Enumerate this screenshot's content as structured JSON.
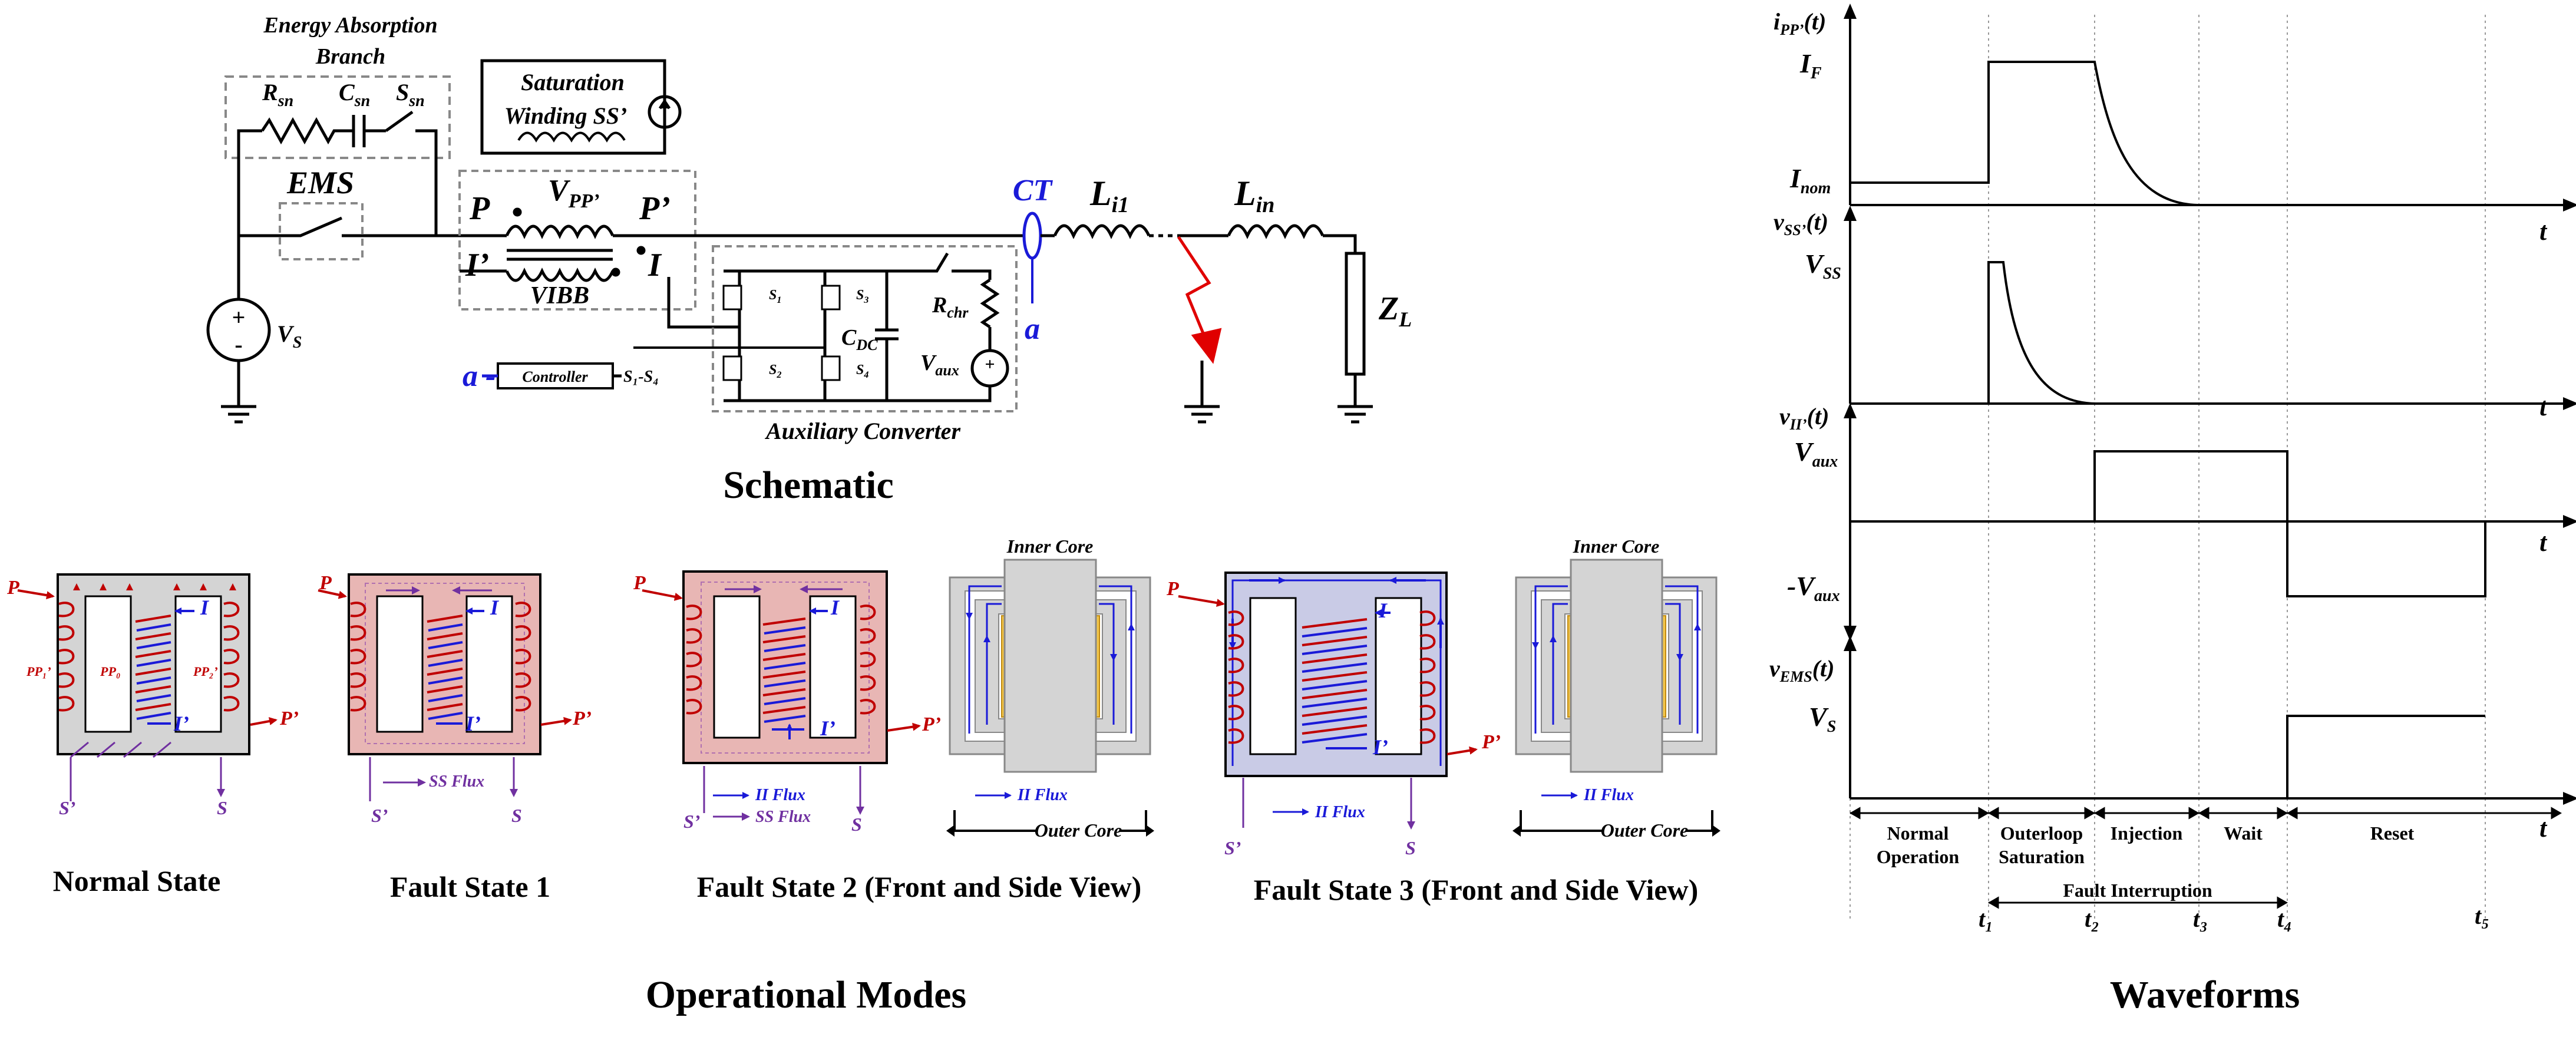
{
  "schematic": {
    "caption": "Schematic",
    "energy_branch_title": [
      "Energy Absorption",
      "Branch"
    ],
    "r_sn": "R",
    "r_sn_sub": "sn",
    "c_sn": "C",
    "c_sn_sub": "sn",
    "s_sn": "S",
    "s_sn_sub": "sn",
    "ems": "EMS",
    "sat_winding": [
      "Saturation",
      "Winding SS’"
    ],
    "p": "P",
    "p_prime": "P’",
    "v_pp": "V",
    "v_pp_sub": "PP’",
    "i_prime": "I’",
    "i": "I",
    "vibb": "VIBB",
    "vs": "V",
    "vs_sub": "S",
    "plus": "+",
    "minus": "-",
    "ct": "CT",
    "a": "a",
    "l_i1": "L",
    "l_i1_sub": "i1",
    "l_in": "L",
    "l_in_sub": "in",
    "z_l": "Z",
    "z_l_sub": "L",
    "s1": "S",
    "s1_sub": "1",
    "s2": "S",
    "s2_sub": "2",
    "s3": "S",
    "s3_sub": "3",
    "s4": "S",
    "s4_sub": "4",
    "c_dc": "C",
    "c_dc_sub": "DC",
    "r_chr": "R",
    "r_chr_sub": "chr",
    "v_aux": "V",
    "v_aux_sub": "aux",
    "controller": "Controller",
    "controller_out": "S₁-S₄",
    "controller_in": "a -",
    "aux_conv": "Auxiliary Converter"
  },
  "modes": {
    "caption": "Operational Modes",
    "state_labels": [
      "Normal State",
      "Fault State 1",
      "Fault State 2 (Front and Side View)",
      "Fault State 3 (Front and Side View)"
    ],
    "p": "P",
    "p_prime": "P’",
    "s": "S",
    "s_prime": "S’",
    "i": "I",
    "i_prime": "I’",
    "pp1": "PP₁’",
    "pp0": "PP₀",
    "pp2": "PP₂’",
    "ss_flux": "SS Flux",
    "ii_flux": "II Flux",
    "inner_core": "Inner Core",
    "outer_core": "Outer Core"
  },
  "waveforms": {
    "caption": "Waveforms",
    "ipp_label": "i",
    "ipp_sub": "PP’",
    "ipp_tail": "(t)",
    "vss_label": "v",
    "vss_sub": "SS’",
    "vss_tail": "(t)",
    "vii_label": "v",
    "vii_sub": "II’",
    "vii_tail": "(t)",
    "vems_label": "v",
    "vems_sub": "EMS",
    "vems_tail": "(t)",
    "if_label": "I",
    "if_sub": "F",
    "inom_label": "I",
    "inom_sub": "nom",
    "vss_level": "V",
    "vss_level_sub": "SS",
    "vaux_level": "V",
    "vaux_level_sub": "aux",
    "neg_vaux_level": "-V",
    "neg_vaux_level_sub": "aux",
    "vs_level": "V",
    "vs_level_sub": "S",
    "t": "t",
    "time_marks": [
      "t₁",
      "t₂",
      "t₃",
      "t₄",
      "t₅"
    ],
    "interval_labels": [
      "Normal Operation",
      "Outerloop Saturation",
      "Injection",
      "Wait",
      "Reset"
    ],
    "fault_interruption": "Fault Interruption"
  },
  "colors": {
    "red_winding": "#c00000",
    "blue_winding": "#1a1ad8",
    "purple": "#7030a0",
    "fault_fill": "#e8b6b4",
    "fault3_fill": "#c9cbe6",
    "core_gray": "#d4d4d4"
  }
}
